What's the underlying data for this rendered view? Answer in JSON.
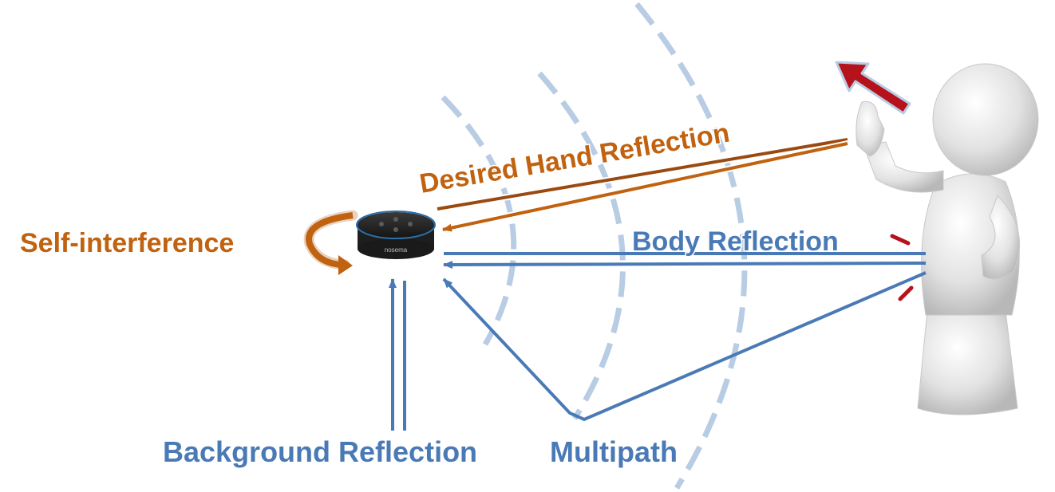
{
  "labels": {
    "desired_hand_reflection": "Desired Hand Reflection",
    "self_interference": "Self-interference",
    "body_reflection": "Body Reflection",
    "background_reflection": "Background Reflection",
    "multipath": "Multipath"
  },
  "device": {
    "brand_text": "nosema"
  },
  "colors": {
    "orange": "#c0620f",
    "dark_orange": "#9a4a10",
    "blue": "#4a7ab5",
    "wave": "#b8cce4",
    "red": "#b5121b"
  }
}
